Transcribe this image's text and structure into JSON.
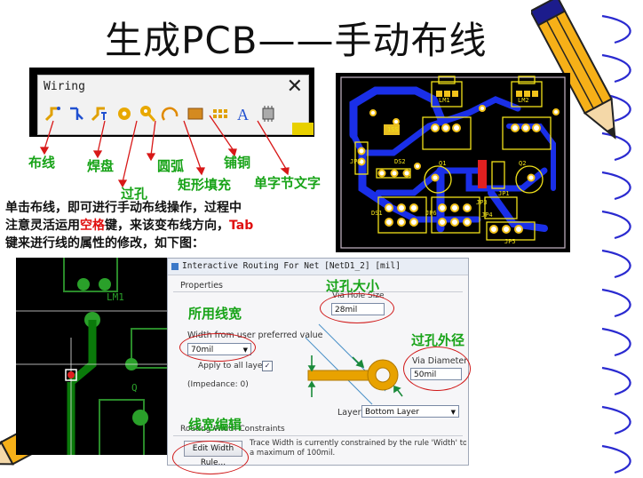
{
  "slide": {
    "title": "生成PCB——手动布线"
  },
  "toolbar": {
    "title": "Wiring",
    "close_glyph": "✕",
    "icons": [
      "route-wire-icon",
      "bus-entry-icon",
      "interactive-route-icon",
      "pad-icon",
      "via-icon",
      "arc-icon",
      "fill-icon",
      "polygon-pour-icon",
      "string-icon",
      "component-icon"
    ]
  },
  "labels": {
    "wire": "布线",
    "pad": "焊盘",
    "via": "过孔",
    "arc": "圆弧",
    "fill": "矩形填充",
    "copper": "铺铜",
    "string": "单字节文字"
  },
  "instructions": {
    "line1": "单击布线，即可进行手动布线操作，过程中",
    "line2_a": "注意灵活运用",
    "line2_space": "空格",
    "line2_b": "键，来该变布线方向，",
    "line2_tab": "Tab",
    "line3": "键来进行线的属性的修改，如下图："
  },
  "pcb": {
    "labels": [
      "LM1",
      "LM2",
      "1SS",
      "DS2",
      "JP2",
      "Q1",
      "Q2",
      "JP1",
      "JP3",
      "JP4",
      "JP5",
      "JP6",
      "DS1"
    ]
  },
  "dialog": {
    "title": "Interactive Routing For Net [NetD1_2] [mil]",
    "properties": "Properties",
    "via_hole_label": "Via Hole Size",
    "via_hole_value": "28mil",
    "width_label": "Width from user preferred value",
    "width_value": "70mil",
    "apply_all": "Apply to all layers",
    "impedance": "(Impedance: 0)",
    "via_diameter_label": "Via Diameter",
    "via_diameter_value": "50mil",
    "layer_label": "Layer",
    "layer_value": "Bottom Layer",
    "constraints": "Routing Width Constraints",
    "edit_width_button": "Edit Width Rule...",
    "constraint_text_1": "Trace Width is currently constrained by the rule 'Width' to a minimum of",
    "constraint_text_2": "a maximum of 100mil."
  },
  "annotations": {
    "via_size": "过孔大小",
    "width_used": "所用线宽",
    "via_outer": "过孔外径",
    "width_edit": "线宽编辑"
  },
  "colors": {
    "annotation_green": "#17a317",
    "highlight_red": "#e01010",
    "pcb_trace_blue": "#1a2fe8",
    "pad_yellow": "#f2c21a"
  }
}
